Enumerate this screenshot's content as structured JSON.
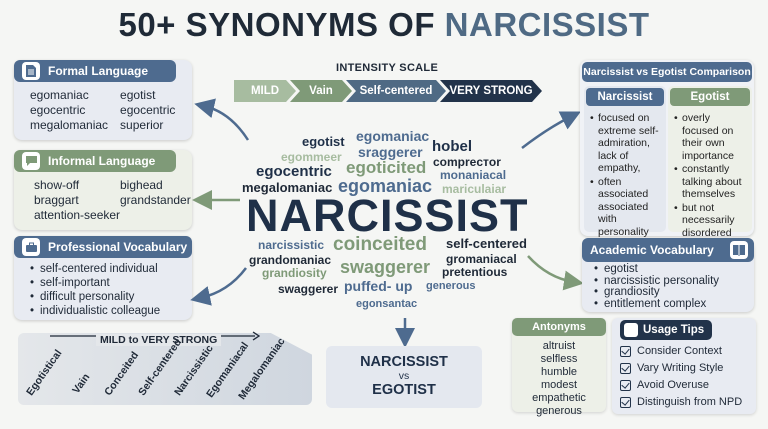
{
  "title": {
    "prefix": "50+ SYNONYMS OF",
    "accent": "NARCISSIST"
  },
  "intensity_scale": {
    "label": "INTENSITY SCALE",
    "steps": [
      "MILD",
      "Vain",
      "Self-centered",
      "VERY STRONG"
    ]
  },
  "formal": {
    "heading": "Formal Language",
    "words": [
      "egomaniac",
      "egotist",
      "egocentric",
      "egocentric",
      "megalomaniac",
      "superior"
    ]
  },
  "informal": {
    "heading": "Informal Language",
    "words": [
      "show-off",
      "bighead",
      "braggart",
      "grandstander",
      "attention-seeker"
    ]
  },
  "professional": {
    "heading": "Professional Vocabulary",
    "items": [
      "self-centered individual",
      "self-important",
      "difficult personality",
      "individualistic colleague"
    ]
  },
  "cloud": {
    "center": "NARCISSIST",
    "words": [
      "egotist",
      "egomaniac",
      "hobel",
      "sraggerer",
      "egommeer",
      "egoticited",
      "compreстor",
      "egocentric",
      "monaniacal",
      "megalomaniac",
      "egomaniac",
      "mariculaiar",
      "narcissistic",
      "coinceited",
      "self-centered",
      "grandomaniac",
      "gromaniacal",
      "grandiosity",
      "swaggerer",
      "pretentious",
      "swaggerer",
      "puffed- up",
      "generous",
      "egonsantac"
    ]
  },
  "comparison": {
    "title": "Narcissist vs Egotist Comparison",
    "narcissist": {
      "heading": "Narcissist",
      "points": [
        "focused on extreme self-admiration, lack of empathy,",
        "often associated associated with personality disorders"
      ]
    },
    "egotist": {
      "heading": "Egotist",
      "points": [
        "overly focused on their own importance",
        "constantly talking about themselves",
        "but not necessarily disordered"
      ]
    }
  },
  "academic": {
    "heading": "Academic Vocabulary",
    "items": [
      "egotist",
      "narcissistic personality",
      "grandiosity",
      "entitlement complex"
    ]
  },
  "mild_scale": {
    "label": "MILD to VERY STRONG",
    "words": [
      "Egotistical",
      "Vain",
      "Conceited",
      "Self-centered",
      "Narcissistic",
      "Egomaniacal",
      "Megalomaniac"
    ]
  },
  "versus": {
    "a": "NARCISSIST",
    "vs": "vs",
    "b": "EGOTIST"
  },
  "antonyms": {
    "heading": "Antonyms",
    "words": [
      "altruist",
      "selfless",
      "humble",
      "modest",
      "empathetic",
      "generous"
    ]
  },
  "usage_tips": {
    "heading": "Usage Tips",
    "tips": [
      "Consider Context",
      "Vary Writing Style",
      "Avoid Overuse",
      "Distinguish from NPD"
    ]
  },
  "colors": {
    "navy": "#22334a",
    "slate_blue": "#4e6b8f",
    "sage": "#7f9a78",
    "light_sage": "#a7bca0"
  },
  "icons": [
    "document-icon",
    "speech-bubble-icon",
    "briefcase-icon",
    "book-icon",
    "checklist-icon",
    "checkbox-icon",
    "arrow-icon"
  ]
}
